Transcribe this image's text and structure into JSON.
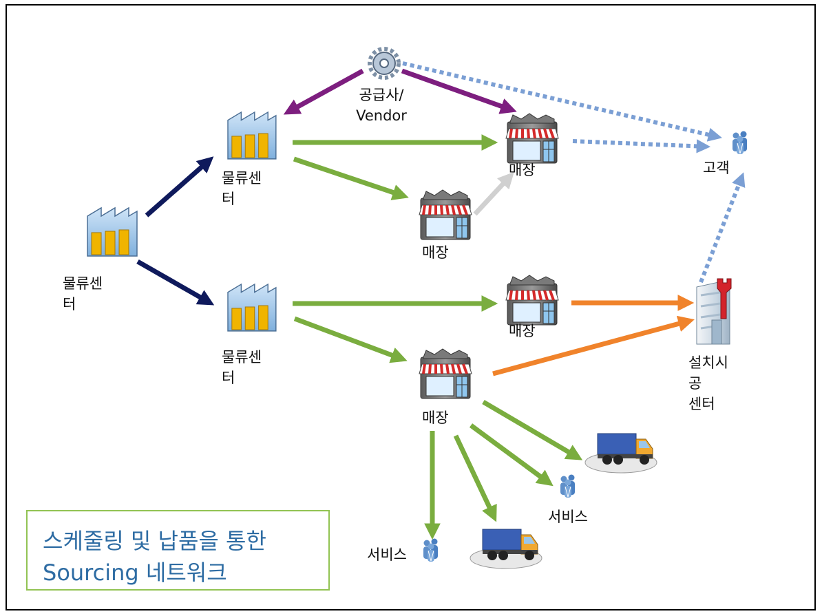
{
  "nodes": {
    "main_dc": [
      "물류센",
      "터"
    ],
    "dc_top": [
      "물류센",
      "터"
    ],
    "dc_bottom": [
      "물류센",
      "터"
    ],
    "vendor": [
      "공급사/",
      "Vendor"
    ],
    "store_top": "매장",
    "store_mid": "매장",
    "store_lower": "매장",
    "store_bottom": "매장",
    "customer": "고객",
    "install_center": [
      "설치시",
      "공",
      "센터"
    ],
    "service_right": "서비스",
    "service_left": "서비스"
  },
  "caption": {
    "line1": "스케줄링 및 납품을 통한",
    "line2": "Sourcing 네트워크"
  },
  "colors": {
    "navy_arrow": "#0f1a5c",
    "green_arrow": "#7aad3f",
    "purple_arrow": "#7d1e7f",
    "orange_arrow": "#f0832b",
    "blue_dotted": "#7b9fd4",
    "gray_arrow": "#d0d0d0",
    "caption_border": "#92c353",
    "caption_text": "#2e6ca3"
  },
  "icons": {
    "factory": "factory-icon",
    "store": "store-icon",
    "vendor": "gear-icon",
    "customer": "people-icon",
    "install_center": "building-wrench-icon",
    "truck": "truck-icon"
  }
}
